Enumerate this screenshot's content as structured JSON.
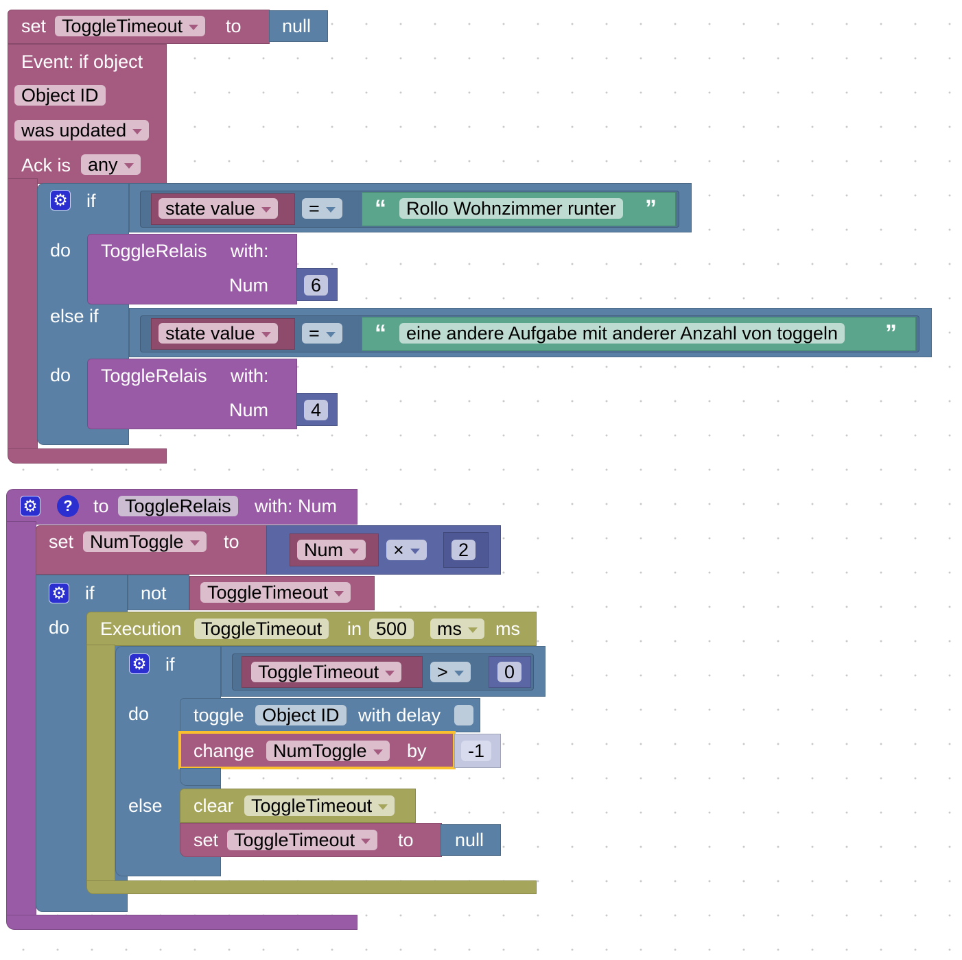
{
  "set_block_1": {
    "set": "set",
    "var": "ToggleTimeout",
    "to": "to",
    "value": "null"
  },
  "event": {
    "title": "Event: if object",
    "object_id": "Object ID",
    "was_updated": "was updated",
    "ack_is": "Ack is",
    "ack_value": "any"
  },
  "event_if": {
    "if": "if",
    "cond1": {
      "state": "state value",
      "op": "=",
      "text": "Rollo Wohnzimmer runter"
    },
    "do": "do",
    "call1": {
      "name": "ToggleRelais",
      "with": "with:",
      "param": "Num",
      "value": "6"
    },
    "else_if": "else if",
    "cond2": {
      "state": "state value",
      "op": "=",
      "text": "eine andere Aufgabe mit anderer Anzahl von toggeln"
    },
    "call2": {
      "name": "ToggleRelais",
      "with": "with:",
      "param": "Num",
      "value": "4"
    }
  },
  "function": {
    "to": "to",
    "name": "ToggleRelais",
    "with": "with: Num",
    "set_numtoggle": {
      "set": "set",
      "var": "NumToggle",
      "to": "to",
      "operand": "Num",
      "op": "×",
      "value": "2"
    },
    "if_not": {
      "if": "if",
      "not": "not",
      "var": "ToggleTimeout",
      "do": "do"
    },
    "execution": {
      "label": "Execution",
      "var": "ToggleTimeout",
      "in": "in",
      "value": "500",
      "unit_select": "ms",
      "unit": "ms"
    },
    "inner_if": {
      "if": "if",
      "var": "ToggleTimeout",
      "op": ">",
      "value": "0",
      "do": "do",
      "else": "else"
    },
    "toggle": {
      "label": "toggle",
      "object_id": "Object ID",
      "with_delay": "with delay"
    },
    "change": {
      "label": "change",
      "var": "NumToggle",
      "by": "by",
      "value": "-1"
    },
    "clear": {
      "label": "clear",
      "var": "ToggleTimeout"
    },
    "set_null": {
      "set": "set",
      "var": "ToggleTimeout",
      "to": "to",
      "value": "null"
    }
  },
  "icons": {
    "gear": "gear-icon",
    "help": "help-icon",
    "dropdown": "dropdown-arrow-icon",
    "quote": "quote-icon"
  },
  "colors": {
    "event": "#a55b80",
    "logic": "#5b80a5",
    "procedure": "#995ba5",
    "text": "#5ba58c",
    "timeout": "#a5a55b",
    "math": "#5b67a5",
    "selected": "#fbc02d"
  }
}
